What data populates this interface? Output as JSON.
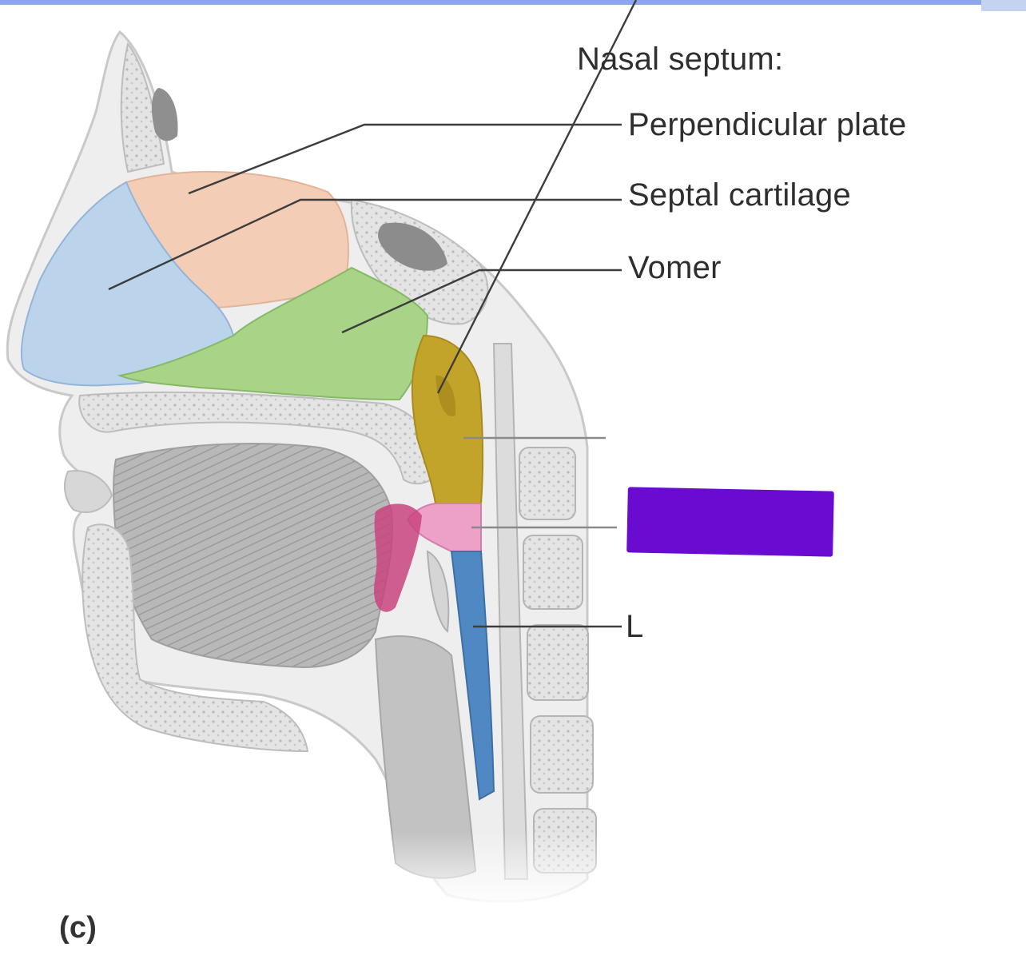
{
  "figure": {
    "heading": "Nasal septum:",
    "labels": {
      "perpendicular_plate": "Perpendicular plate",
      "septal_cartilage": "Septal cartilage",
      "vomer": "Vomer",
      "l": "L"
    },
    "part_label": "(c)"
  },
  "colors": {
    "perpendicular_plate": "#f3cdb5",
    "septal_cartilage": "#bcd3ec",
    "vomer": "#a9d487",
    "nasopharynx": "#c3a42a",
    "oropharynx": "#eea1c8",
    "laryngopharynx": "#4f88c2",
    "highlight": "#6a0bd1",
    "top_rule": "#8ea6ec",
    "bone": "#e6e6e6",
    "tissue": "#cfcfcf",
    "leader_line": "#444444"
  }
}
